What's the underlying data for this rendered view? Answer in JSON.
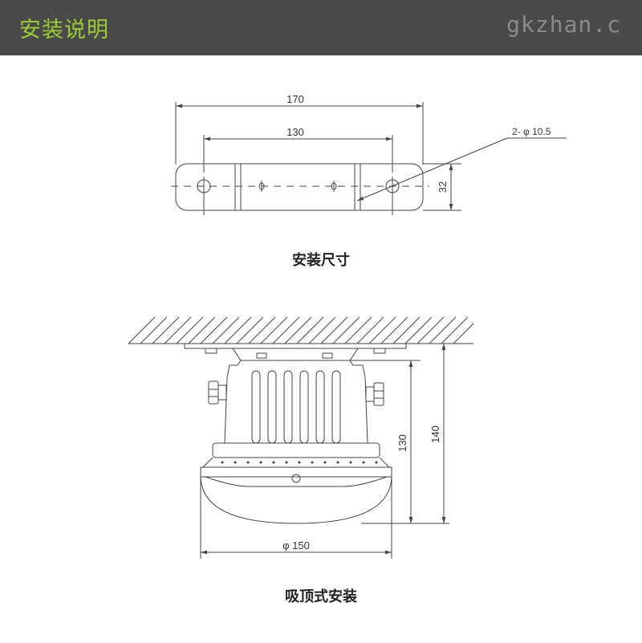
{
  "header": {
    "title": "安装说明",
    "watermark": "gkzhan.c"
  },
  "colors": {
    "header_bg": "#4a4a4a",
    "title_accent": "#9acd32",
    "line": "#444444"
  },
  "bracket_view": {
    "caption": "安装尺寸",
    "dim_overall": "170",
    "dim_hole_pitch": "130",
    "dim_height": "32",
    "hole_callout": "2- φ 10.5"
  },
  "mount_view": {
    "caption": "吸顶式安装",
    "dim_body_height": "130",
    "dim_total_height": "140",
    "dim_diameter": "φ 150"
  }
}
